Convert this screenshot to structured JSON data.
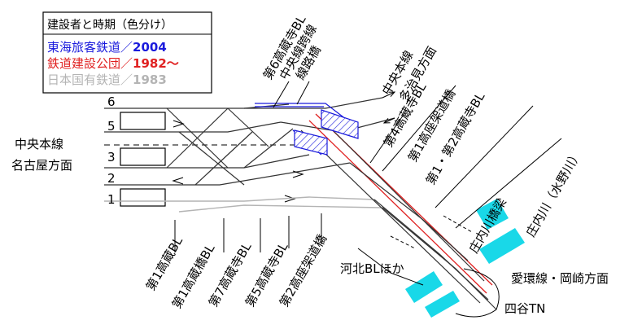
{
  "legend": {
    "title": "建設者と時期（色分け）",
    "entries": [
      {
        "builder": "東海旅客鉄道",
        "year": "2004",
        "color": "#1a1adc"
      },
      {
        "builder": "鉄道建設公団",
        "year": "1982〜",
        "color": "#e02020"
      },
      {
        "builder": "日本国有鉄道",
        "year": "1983",
        "color": "#b4b4b4"
      }
    ],
    "separator": "／"
  },
  "track_numbers": [
    "6",
    "5",
    "3",
    "2",
    "1"
  ],
  "directions": {
    "nagoya": [
      "中央本線",
      "名古屋方面"
    ],
    "tajimi": [
      "中央本線",
      "多治見方面"
    ],
    "okazaki": "愛環線・岡崎方面"
  },
  "top_labels": [
    "第6高蔵寺BL",
    "中央線跨線",
    "線路橋",
    "第4高蔵寺BL",
    "第1高座架道橋",
    "第1・第2高蔵寺BL"
  ],
  "bottom_labels": [
    "第1高蔵BL",
    "第1高蔵橋BL",
    "第7高蔵寺BL",
    "第5高蔵寺BL",
    "第2高座架道橋"
  ],
  "river_labels": {
    "bridge": "庄内川橋梁",
    "river": "庄内川（水野川）"
  },
  "other_labels": {
    "kahoku": "河北BLほか",
    "tunnel": "四谷TN"
  },
  "colors": {
    "black": "#000000",
    "blue": "#1a1adc",
    "red": "#e02020",
    "grey": "#b4b4b4",
    "cyan": "#19d8e8"
  }
}
